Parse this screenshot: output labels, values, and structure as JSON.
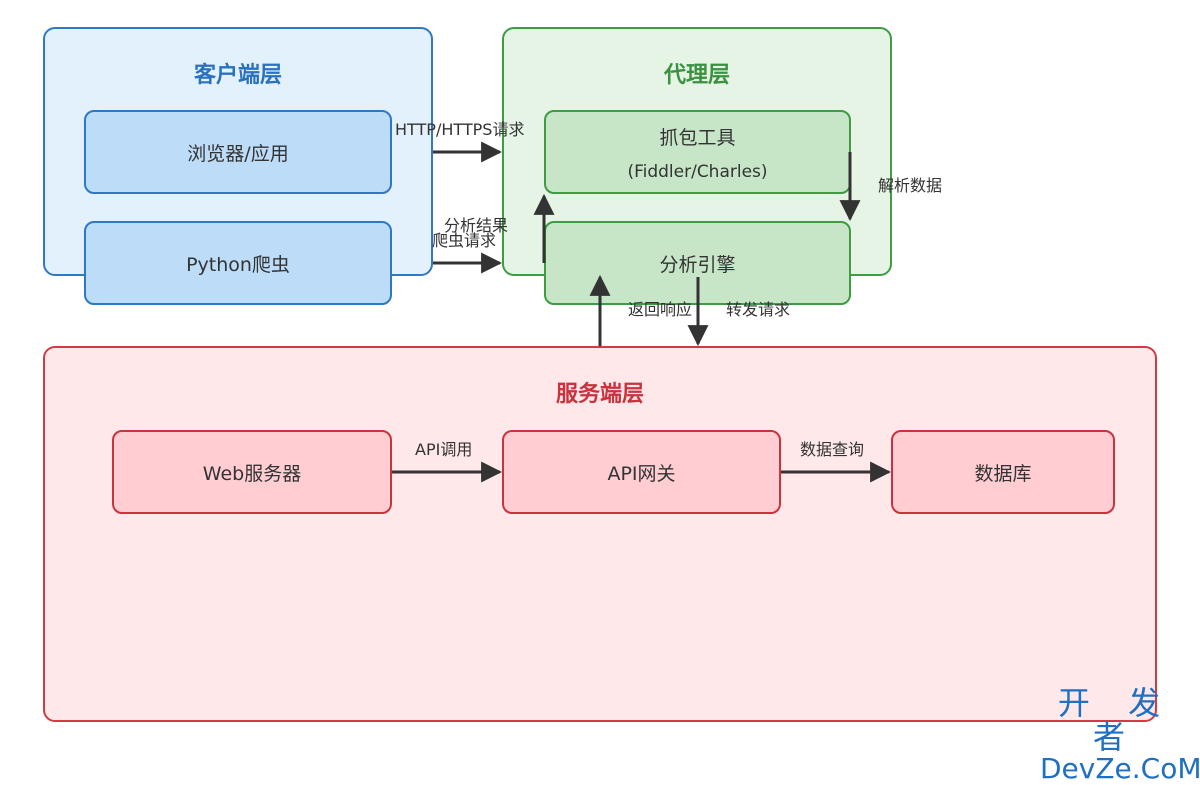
{
  "layers": {
    "client": {
      "title": "客户端层",
      "nodes": {
        "browser": "浏览器/应用",
        "crawler": "Python爬虫"
      }
    },
    "proxy": {
      "title": "代理层",
      "nodes": {
        "capture_tool": "抓包工具",
        "capture_tool_sub": "(Fiddler/Charles)",
        "analysis_engine": "分析引擎"
      }
    },
    "server": {
      "title": "服务端层",
      "nodes": {
        "web_server": "Web服务器",
        "api_gateway": "API网关",
        "database": "数据库"
      }
    }
  },
  "edges": [
    {
      "from": "browser",
      "to": "capture_tool",
      "label": "HTTP/HTTPS请求"
    },
    {
      "from": "crawler",
      "to": "analysis_engine",
      "label": "爬虫请求"
    },
    {
      "from": "analysis_engine",
      "to": "capture_tool",
      "label": "分析结果"
    },
    {
      "from": "capture_tool",
      "to": "analysis_engine",
      "label": "解析数据"
    },
    {
      "from": "server",
      "to": "analysis_engine",
      "label": "返回响应"
    },
    {
      "from": "analysis_engine",
      "to": "server",
      "label": "转发请求"
    },
    {
      "from": "web_server",
      "to": "api_gateway",
      "label": "API调用"
    },
    {
      "from": "api_gateway",
      "to": "database",
      "label": "数据查询"
    }
  ],
  "colors": {
    "client_border": "#2f78c4",
    "client_fill": "#e3f1fc",
    "client_node_fill": "#bcdcf8",
    "proxy_border": "#3f9b44",
    "proxy_fill": "#e6f4e6",
    "proxy_node_fill": "#c7e6c8",
    "server_border": "#cf3c45",
    "server_fill": "#ffe8ea",
    "server_node_fill": "#ffcdd2",
    "edge": "#333333"
  },
  "watermark": {
    "line1": "开 发 者",
    "line2": "DevZe.CoM"
  }
}
